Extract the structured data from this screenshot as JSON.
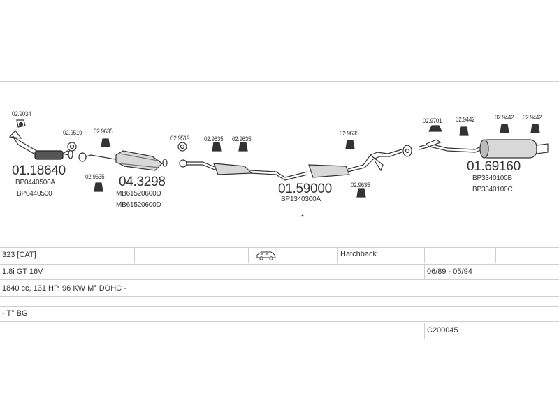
{
  "parts": {
    "p1_bracket": "02.9034",
    "p1_main": "01.18640",
    "p1_ref1": "BP0440500A",
    "p1_ref2": "BP0440500",
    "p2_gasket": "02.9519",
    "p2_rubber": "02.9635",
    "p2_rubber2": "02.9635",
    "p2_main": "04.3298",
    "p2_ref1": "MB61520600D",
    "p2_ref2": "MB61520600D",
    "p3_gasket": "02.9519",
    "p3_rubber1": "02.9635",
    "p3_rubber2": "02.9635",
    "p3_rubber3": "02.9635",
    "p3_rubber4": "02.9635",
    "p3_main": "01.59000",
    "p3_ref1": "BP1340300A",
    "p4_clamp": "02.9701",
    "p4_rubber1": "02.9442",
    "p4_rubber2": "02.9442",
    "p4_rubber3": "02.9442",
    "p4_main": "01.69160",
    "p4_ref1": "BP3340100B",
    "p4_ref2": "BP3340100C"
  },
  "table": {
    "model": "323  [CAT]",
    "body_type": "Hatchback",
    "engine_variant": "1.8i GT 16V",
    "years": "06/89 - 05/94",
    "engine_spec": "1840 cc, 131 HP, 96 KW M° DOHC -",
    "note": "- T° BG",
    "code": "C200045"
  },
  "icons": {
    "car": "car-hatchback-icon"
  }
}
